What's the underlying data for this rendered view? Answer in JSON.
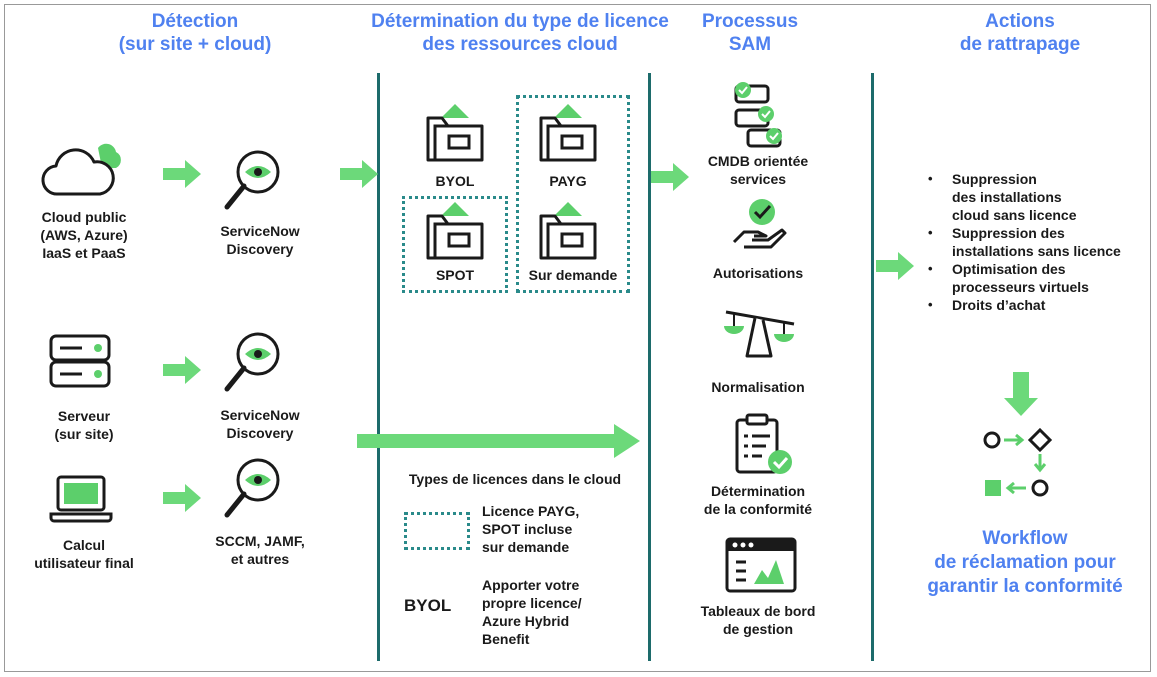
{
  "colors": {
    "accent_blue": "#4f81f0",
    "teal": "#1d6b6b",
    "green": "#6cd97a",
    "icon_green": "#5ccf6b",
    "icon_stroke": "#1a1a1a"
  },
  "headers": {
    "detection_line1": "Détection",
    "detection_line2": "(sur site + cloud)",
    "licence_line1": "Détermination du type de licence",
    "licence_line2": "des ressources cloud",
    "sam_line1": "Processus",
    "sam_line2": "SAM",
    "actions_line1": "Actions",
    "actions_line2": "de rattrapage"
  },
  "detection": {
    "cloud_line1": "Cloud public",
    "cloud_line2": "(AWS, Azure)",
    "cloud_line3": "IaaS et PaaS",
    "server_line1": "Serveur",
    "server_line2": "(sur site)",
    "enduser_line1": "Calcul",
    "enduser_line2": "utilisateur final",
    "tool1_line1": "ServiceNow",
    "tool1_line2": "Discovery",
    "tool2_line1": "ServiceNow",
    "tool2_line2": "Discovery",
    "tool3_line1": "SCCM, JAMF,",
    "tool3_line2": "et autres"
  },
  "licence": {
    "byol": "BYOL",
    "payg": "PAYG",
    "spot": "SPOT",
    "on_demand": "Sur demande",
    "legend_title": "Types de licences dans le cloud",
    "legend_dotted_line1": "Licence PAYG,",
    "legend_dotted_line2": "SPOT incluse",
    "legend_dotted_line3": "sur demande",
    "legend_byol_tag": "BYOL",
    "legend_byol_line1": "Apporter votre",
    "legend_byol_line2": "propre licence/",
    "legend_byol_line3": "Azure Hybrid",
    "legend_byol_line4": "Benefit"
  },
  "sam": {
    "cmdb_line1": "CMDB orientée",
    "cmdb_line2": "services",
    "entitlements": "Autorisations",
    "normalization": "Normalisation",
    "compliance_line1": "Détermination",
    "compliance_line2": "de la conformité",
    "dashboards_line1": "Tableaux de bord",
    "dashboards_line2": "de gestion"
  },
  "actions": {
    "item1_line1": "Suppression",
    "item1_line2": "des installations",
    "item1_line3": "cloud sans licence",
    "item2_line1": "Suppression des",
    "item2_line2": "installations sans licence",
    "item3_line1": "Optimisation des",
    "item3_line2": "processeurs virtuels",
    "item4_line1": "Droits d’achat",
    "workflow_line1": "Workflow",
    "workflow_line2": "de réclamation pour",
    "workflow_line3": "garantir la conformité"
  }
}
